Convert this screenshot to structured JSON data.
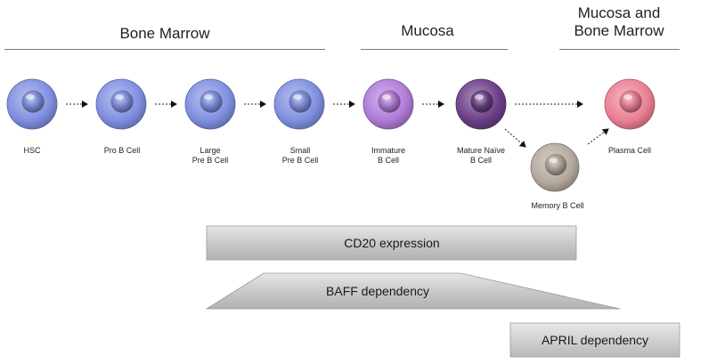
{
  "regions": [
    {
      "key": "bone-marrow",
      "title": "Bone Marrow"
    },
    {
      "key": "mucosa",
      "title": "Mucosa"
    },
    {
      "key": "mucosa-bone-marrow",
      "title": "Mucosa and\nBone Marrow"
    }
  ],
  "cells": [
    {
      "key": "hsc",
      "label": "HSC",
      "color": "#7f8fe0"
    },
    {
      "key": "pro-b",
      "label": "Pro B Cell",
      "color": "#7f8fe0"
    },
    {
      "key": "large-pre-b",
      "label": "Large\nPre B Cell",
      "color": "#7f8fe0"
    },
    {
      "key": "small-pre-b",
      "label": "Small\nPre B Cell",
      "color": "#7f8fe0"
    },
    {
      "key": "immature-b",
      "label": "Immature\nB Cell",
      "color": "#b07ad8"
    },
    {
      "key": "mature-naive-b",
      "label": "Mature Naïve\nB Cell",
      "color": "#6a3e86"
    },
    {
      "key": "memory-b",
      "label": "Memory B Cell",
      "color": "#b3a89c"
    },
    {
      "key": "plasma",
      "label": "Plasma Cell",
      "color": "#ea7f93"
    }
  ],
  "bars": [
    {
      "key": "cd20",
      "label": "CD20 expression"
    },
    {
      "key": "baff",
      "label": "BAFF dependency"
    },
    {
      "key": "april",
      "label": "APRIL dependency"
    }
  ]
}
